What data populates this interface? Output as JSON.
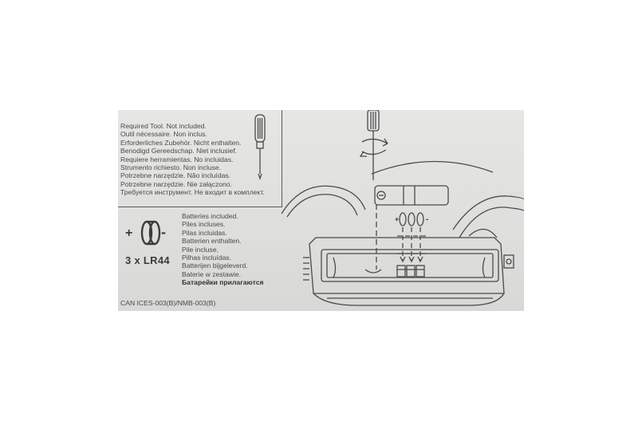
{
  "tool_section": {
    "lines": [
      "Required Tool. Not included.",
      "Outil nécessaire. Non inclus.",
      "Erforderliches Zubehör. Nicht enthalten.",
      "Benodigd Gereedschap. Niet inclusief.",
      "Requiere herramientas. No incluidas.",
      "Strumento richiesto. Non incluse.",
      "Potrzebne narzędzie. Não incluídas.",
      "Potrzebne narzędzie. Nie załączono.",
      "Требуется инструмент. Не входит в комплект."
    ],
    "icon": "screwdriver-icon"
  },
  "battery_section": {
    "quantity": "3 x LR44",
    "icon": "button-cell-battery-icon",
    "plus_sign": "+",
    "minus_sign": "-",
    "lines": [
      "Batteries included.",
      "Piles incluses.",
      "Pilas incluidas.",
      "Batterien enthalten.",
      "Pile incluse.",
      "Pilhas incluídas.",
      "Batterijen bijgeleverd.",
      "Baterie w zestawie.",
      "Батарейки прилагаются"
    ]
  },
  "compliance": "CAN ICES-003(B)/NMB-003(B)",
  "diagram": {
    "polarity_plus": "+",
    "polarity_minus": "-",
    "icon": "battery-compartment-diagram"
  }
}
